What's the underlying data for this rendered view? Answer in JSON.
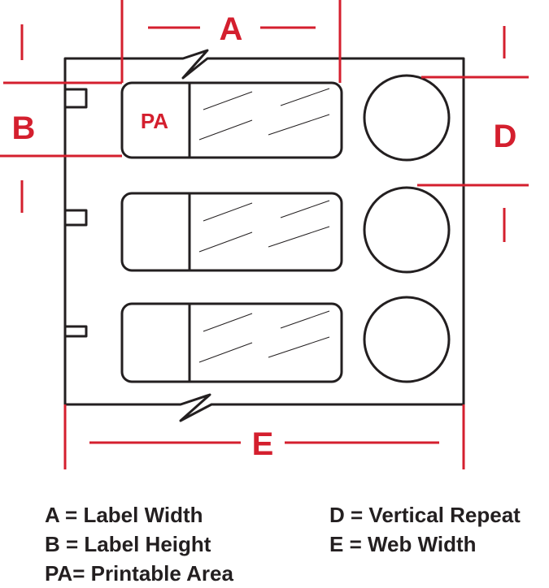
{
  "colors": {
    "accent": "#d41f2e",
    "outline": "#231f20",
    "background": "#ffffff"
  },
  "dimensions": {
    "a": "A",
    "b": "B",
    "d": "D",
    "e": "E"
  },
  "printable_area_mark": "PA",
  "legend": {
    "left": [
      "A = Label Width",
      "B = Label Height",
      "PA= Printable Area"
    ],
    "right": [
      "D = Vertical Repeat",
      "E = Web Width"
    ]
  }
}
